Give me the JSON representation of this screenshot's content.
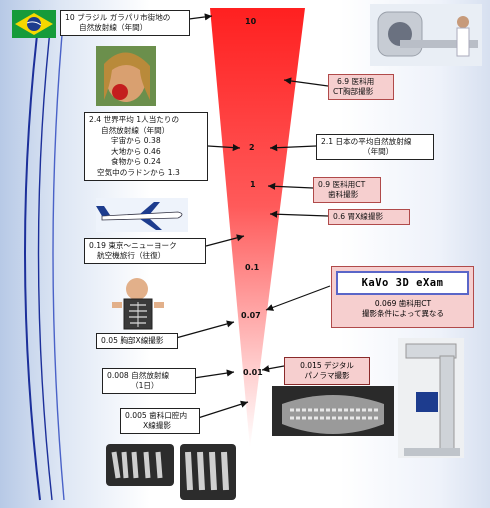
{
  "scale": {
    "values": [
      "10",
      "2",
      "1",
      "0.1",
      "0.07",
      "0.01"
    ]
  },
  "left_boxes": [
    {
      "lines": [
        "10 ブラジル ガラパリ市街地の",
        "自然放射線（年間）"
      ]
    },
    {
      "lines": [
        "2.4 世界平均 1人当たりの",
        "自然放射線（年間）",
        "宇宙から 0.38",
        "大地から 0.46",
        "食物から 0.24",
        "空気中のラドンから 1.3"
      ]
    },
    {
      "lines": [
        "0.19 東京～ニューヨーク",
        "航空機旅行（往復）"
      ]
    },
    {
      "lines": [
        "0.05 胸部X線撮影"
      ]
    },
    {
      "lines": [
        "0.008 自然放射線",
        "（1日）"
      ]
    },
    {
      "lines": [
        "0.005 歯科口腔内",
        "X線撮影"
      ]
    }
  ],
  "right_boxes": [
    {
      "lines": [
        "6.9 医科用",
        "CT胸部撮影"
      ]
    },
    {
      "lines": [
        "2.1 日本の平均自然放射線",
        "（年間）"
      ]
    },
    {
      "lines": [
        "0.9 医科用CT",
        "歯科撮影"
      ]
    },
    {
      "lines": [
        "0.6 胃X線撮影"
      ]
    }
  ],
  "kavo": {
    "title": "KaVo 3D eXam",
    "lines": [
      "0.069 歯科用CT",
      "撮影条件によって異なる"
    ]
  },
  "panorama": {
    "lines": [
      "0.015 デジタル",
      "パノラマ撮影"
    ]
  },
  "colors": {
    "wedge_top": "#ff2a2a",
    "wedge_bottom": "#ffffff",
    "line_blue": "#1c2f9a",
    "flag_green": "#169b3a",
    "flag_yellow": "#f5d800",
    "flag_blue": "#1d3c8e"
  },
  "icons": [
    "brazil-flag-icon",
    "ct-scanner-icon",
    "woman-eating-apple-icon",
    "airplane-icon",
    "chest-xray-icon",
    "cbct-machine-icon",
    "panoramic-xray-icon",
    "intraoral-xray-icon"
  ]
}
